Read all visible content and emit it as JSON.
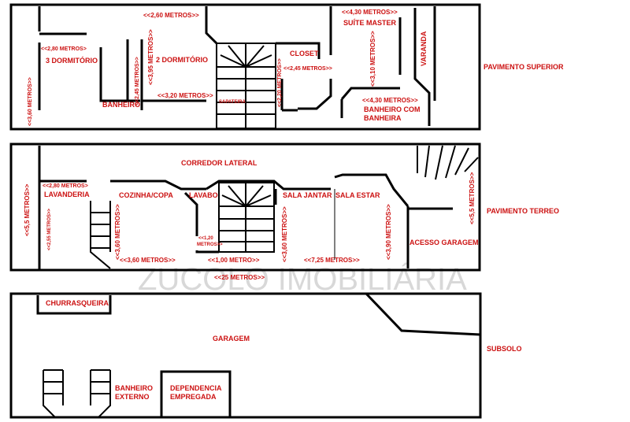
{
  "watermark": "ZUCOLO IMOBILIÁRIA",
  "colors": {
    "walls": "#000000",
    "labels": "#cc1111",
    "background": "#ffffff"
  },
  "floors": {
    "upper": {
      "title": "PAVIMENTO SUPERIOR",
      "rooms": {
        "dorm3": "3 DORMITÓRIO",
        "dorm2": "2 DORMITÓRIO",
        "bath": "BANHEIRO",
        "closet": "CLOSET",
        "suite": "SUÍTE MASTER",
        "veranda": "VARANDA",
        "bath_tub_1": "BANHEIRO COM",
        "bath_tub_2": "BANHEIRA",
        "shoe": "SAPATEIRA"
      },
      "dims": {
        "d1": "<<2,80 METROS>",
        "d2": "<<3,60 METROS>>",
        "d3": "<<2,60 METROS>>",
        "d4": "<<3,95 METROS>>",
        "d5": "<<2,45 METROS>>",
        "d6": "<<3,20 METROS>>",
        "d7": "<<2,45 METROS>>",
        "d8": "<<2,20 METROS>>",
        "d9": "<<4,30 METROS>>",
        "d10": "<<3,10 METROS>>",
        "d11": "<<4,30 METROS>>"
      }
    },
    "ground": {
      "title": "PAVIMENTO TERREO",
      "rooms": {
        "corridor": "CORREDOR LATERAL",
        "laundry": "LAVANDERIA",
        "kitchen": "COZINHA/COPA",
        "lavabo": "LAVABO",
        "dining": "SALA JANTAR",
        "living": "SALA ESTAR",
        "garage_access": "ACESSO GARAGEM"
      },
      "dims": {
        "d1": "<<5,5 METROS>>",
        "d2": "<<2,80 METROS>",
        "d3": "<<2,55 METROS>>",
        "d4": "<<3,60 METROS>>",
        "d5": "<<3,60 METROS>>",
        "d6": "<<1,20",
        "d7": "METROS>>",
        "d8": "<<1,00 METRO>>",
        "d9": "<<3,60 METROS>>",
        "d10": "<<7,25 METROS>>",
        "d11": "<<3,90 METROS>>",
        "d12": "<<5,5 METROS>>",
        "d13": "<<25 METROS>>"
      }
    },
    "basement": {
      "title": "SUBSOLO",
      "rooms": {
        "bbq": "CHURRASQUEIRA",
        "garage": "GARAGEM",
        "ext_bath_1": "BANHEIRO",
        "ext_bath_2": "EXTERNO",
        "maid_1": "DEPENDENCIA",
        "maid_2": "EMPREGADA"
      }
    }
  }
}
